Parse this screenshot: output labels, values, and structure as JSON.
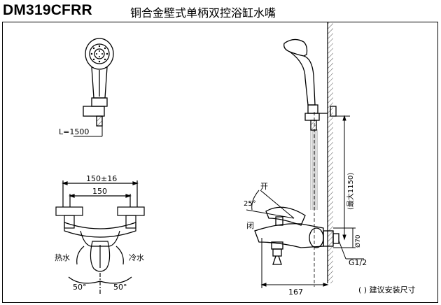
{
  "header": {
    "model": "DM319CFRR",
    "name": "铜合金壁式单柄双控浴缸水嘴"
  },
  "labels": {
    "hose_length": "L=1500",
    "center_tolerance": "150±16",
    "center": "150",
    "hot": "热水",
    "cold": "冷水",
    "angle_left": "50°",
    "angle_right": "50°",
    "open": "开",
    "close": "闭",
    "lever_angle": "25°",
    "height": "(最大1150)",
    "diameter": "Ø70",
    "thread": "G1/2",
    "depth": "167",
    "footnote": "( ) 建议安装尺寸"
  }
}
